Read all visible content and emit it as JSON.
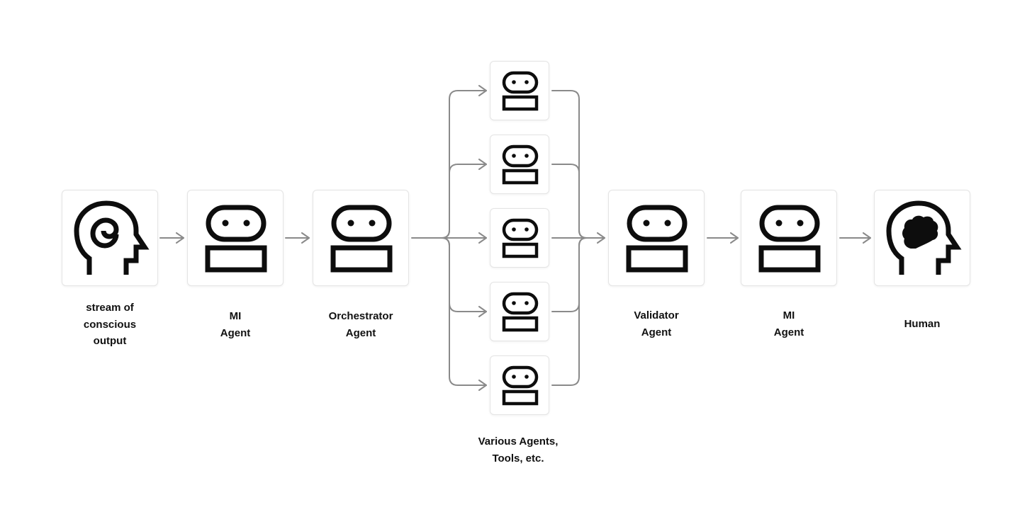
{
  "colors": {
    "icon": "#0d0d0d",
    "connector": "#8a8a8a",
    "box_border": "#e4e4e4"
  },
  "nodes": {
    "stream": {
      "icon": "head-spiral-icon",
      "label": [
        "stream of",
        "conscious",
        "output"
      ]
    },
    "mi_agent_1": {
      "icon": "robot-icon",
      "label": [
        "MI",
        "Agent"
      ]
    },
    "orchestrator": {
      "icon": "robot-icon",
      "label": [
        "Orchestrator",
        "Agent"
      ]
    },
    "various": {
      "icon": "robot-icon",
      "count": 5,
      "label": [
        "Various Agents,",
        "Tools, etc."
      ]
    },
    "validator": {
      "icon": "robot-icon",
      "label": [
        "Validator",
        "Agent"
      ]
    },
    "mi_agent_2": {
      "icon": "robot-icon",
      "label": [
        "MI",
        "Agent"
      ]
    },
    "human": {
      "icon": "head-brain-icon",
      "label": [
        "Human"
      ]
    }
  }
}
